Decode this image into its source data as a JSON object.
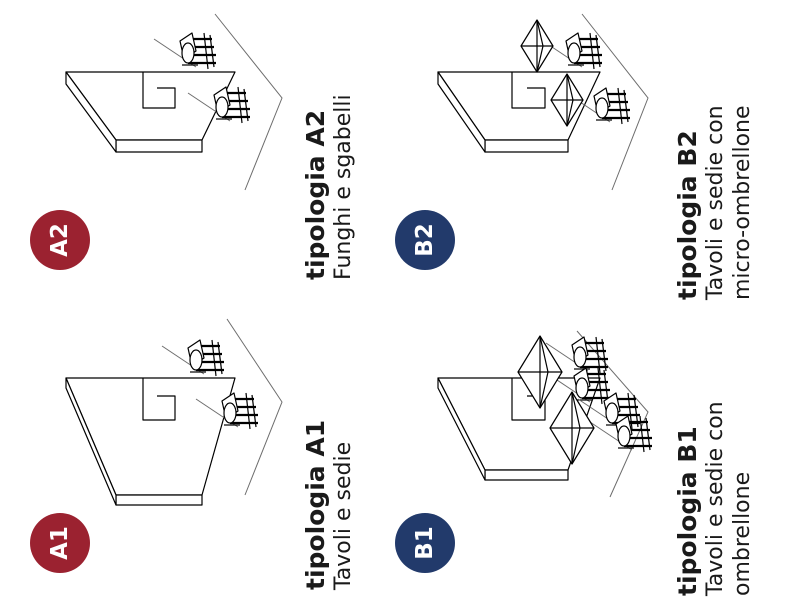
{
  "badges": {
    "a1": "A1",
    "a2": "A2",
    "b1": "B1",
    "b2": "B2"
  },
  "labels": {
    "a1": {
      "title": "tipologia A1",
      "desc_1": "Tavoli e sedie"
    },
    "a2": {
      "title": "tipologia A2",
      "desc_1": "Funghi e sgabelli"
    },
    "b1": {
      "title": "tipologia B1",
      "desc_1": "Tavoli e sedie con",
      "desc_2": "ombrellone"
    },
    "b2": {
      "title": "tipologia B2",
      "desc_1": "Tavoli e sedie con",
      "desc_2": "micro-ombrellone"
    }
  },
  "colors": {
    "type_a": "#9b2230",
    "type_b": "#223a6b"
  }
}
